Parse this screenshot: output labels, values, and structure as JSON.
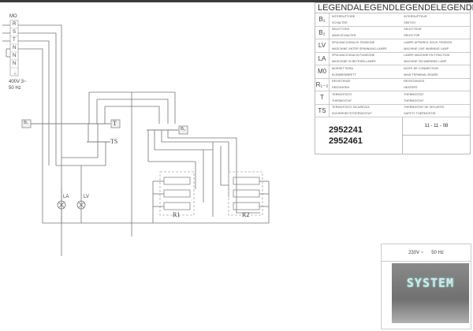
{
  "terminal_block": {
    "label": "MO",
    "terminals": [
      "R",
      "S",
      "T",
      "N",
      "N",
      "N",
      "⏚"
    ],
    "supply": [
      "400V 3~",
      "50 Hz"
    ]
  },
  "schematic": {
    "switch_b1": "B₁",
    "switch_b2": "B₂",
    "thermostat": "T",
    "safety_thermostat": "TS",
    "lamps": [
      "LA",
      "LV"
    ],
    "resistor_groups": [
      "R1",
      "R2"
    ]
  },
  "legend": {
    "title": [
      "LEGENDA",
      "LEGEND",
      "LEGENDE",
      "LEGENDE"
    ],
    "rows": [
      {
        "code": "B₁",
        "it": "INTERRUTTORE",
        "de": "SCHALTER",
        "fr": "INTERRUPTEUR",
        "en": "SWITCH"
      },
      {
        "code": "B₂",
        "it": "SELETTORE",
        "de": "WAHLSCHALTER",
        "fr": "SELECTEUR",
        "en": "SELECTOR"
      },
      {
        "code": "LV",
        "it": "SPIA MACCHINA IN TENSIONE",
        "de": "MASCHINE UNTER SPANNUNG-LAMPE",
        "fr": "LAMPE APPAREIL SOUS TENSION",
        "en": "MACHINE LIVE WARNING LAMP"
      },
      {
        "code": "LA",
        "it": "SPIA MACCHINA IN FUNZIONE",
        "de": "MASCHINE IN BETRIEB-LAMPE",
        "fr": "LAMPE MACHINE EN FONCTION",
        "en": "MACHINE ON WARNING LAMP"
      },
      {
        "code": "M0",
        "it": "MORSETTIERA",
        "de": "KLEMMENBRETT",
        "fr": "BOITE DE CONNECTION",
        "en": "MAIN TERMINAL BOARD"
      },
      {
        "code": "R₁₋₂",
        "it": "RESISTENZE",
        "de": "HEIZUNGEN",
        "fr": "RESISTANCES",
        "en": "HEATERS"
      },
      {
        "code": "T",
        "it": "TERMOSTATO",
        "de": "THERMOSTAT",
        "fr": "THERMOSTAT",
        "en": "THERMOSTAT"
      },
      {
        "code": "TS",
        "it": "TERMOSTATO SICUREZZA",
        "de": "SICHERHEITSTHERMOSTAT",
        "fr": "THERMOSTAT DE SECURITE",
        "en": "SAFETY THERMOSTAT"
      }
    ],
    "codes": [
      "2952241",
      "2952461"
    ],
    "date": "11 - 11 - 08"
  },
  "alt_supply": {
    "voltage": "230V ~",
    "freq": "50 Hz"
  },
  "watermark": "SYSTEM"
}
